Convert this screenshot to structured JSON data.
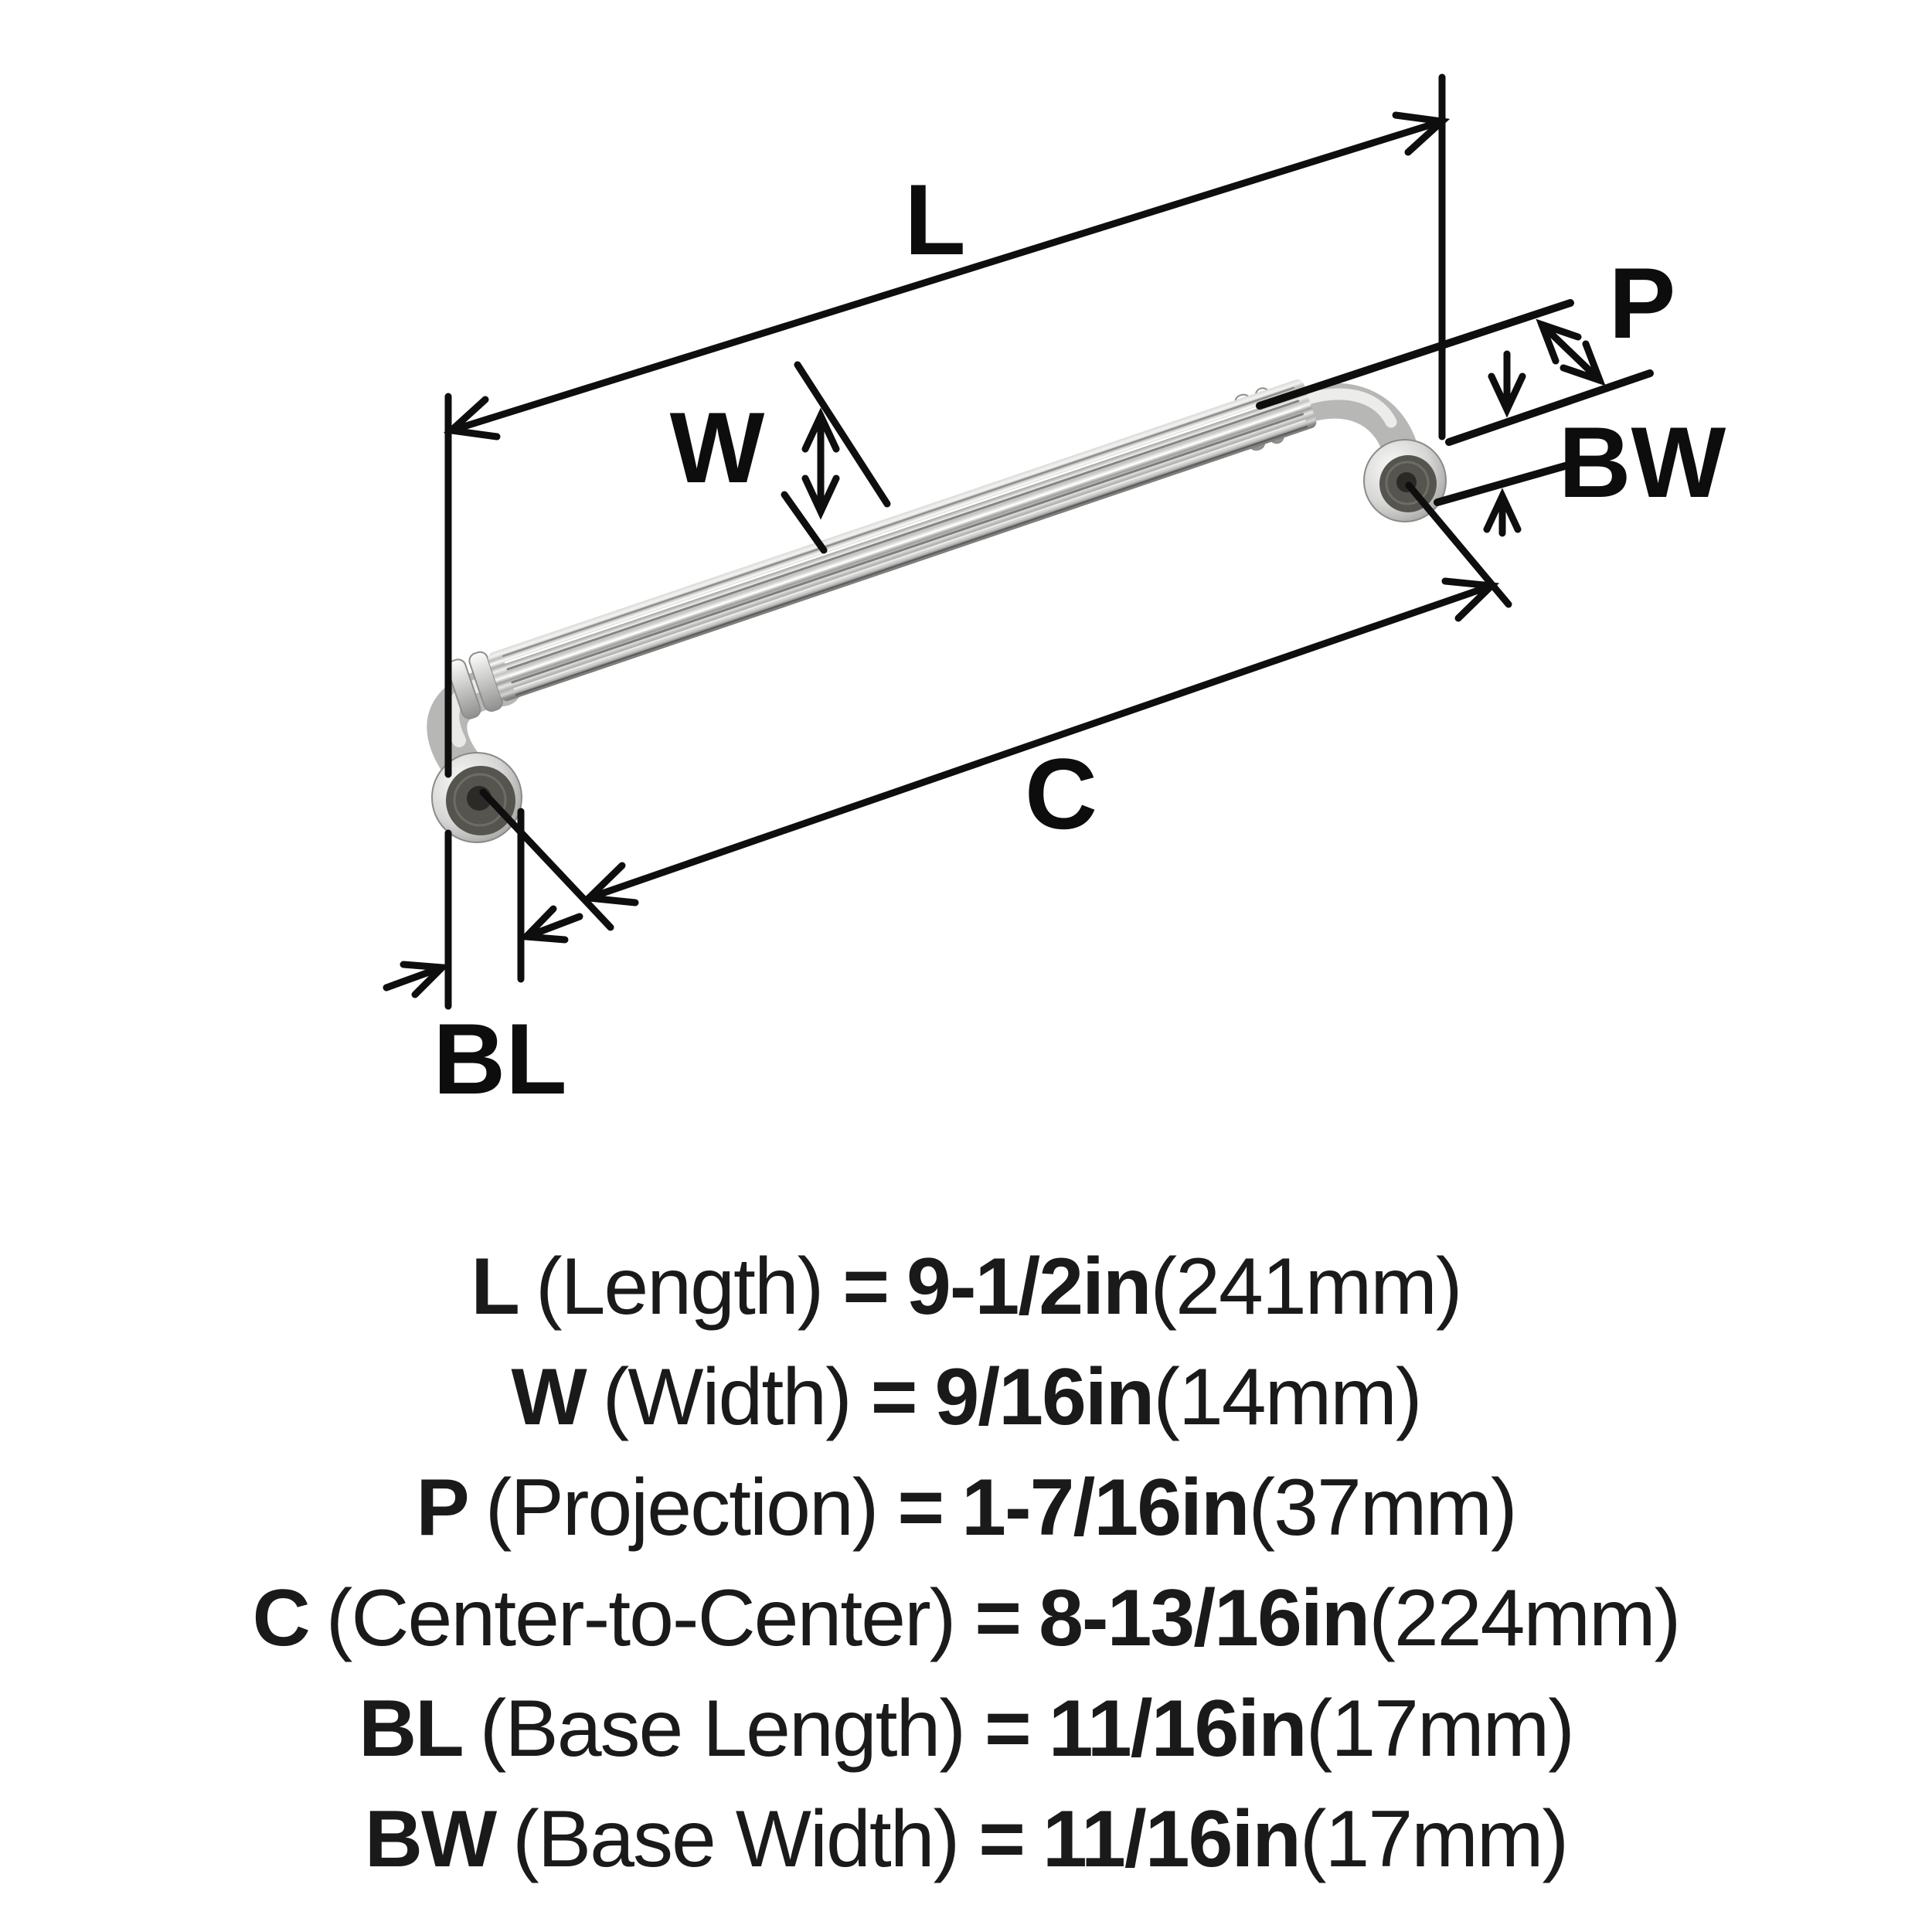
{
  "diagram": {
    "labels": {
      "length": "L",
      "width": "W",
      "projection": "P",
      "center_to_center": "C",
      "base_length": "BL",
      "base_width": "BW"
    }
  },
  "specs": [
    {
      "abbr": "L",
      "name": "(Length)",
      "eq": "=",
      "value": "9-1/2in",
      "metric": "(241mm)"
    },
    {
      "abbr": "W",
      "name": "(Width)",
      "eq": "=",
      "value": "9/16in",
      "metric": "(14mm)"
    },
    {
      "abbr": "P",
      "name": "(Projection)",
      "eq": "=",
      "value": "1-7/16in",
      "metric": "(37mm)"
    },
    {
      "abbr": "C",
      "name": "(Center-to-Center)",
      "eq": "=",
      "value": "8-13/16in",
      "metric": "(224mm)"
    },
    {
      "abbr": "BL",
      "name": "(Base Length)",
      "eq": "=",
      "value": "11/16in",
      "metric": "(17mm)"
    },
    {
      "abbr": "BW",
      "name": "(Base Width)",
      "eq": "=",
      "value": "11/16in",
      "metric": "(17mm)"
    }
  ],
  "colors": {
    "background": "#ffffff",
    "line": "#0e0e0e",
    "metal_light": "#f5f5f3",
    "metal_mid": "#c9c9c7",
    "metal_dark": "#8e8e8c",
    "ferrule_ring": "#56544f",
    "ferrule_hole": "#2b2a27"
  }
}
